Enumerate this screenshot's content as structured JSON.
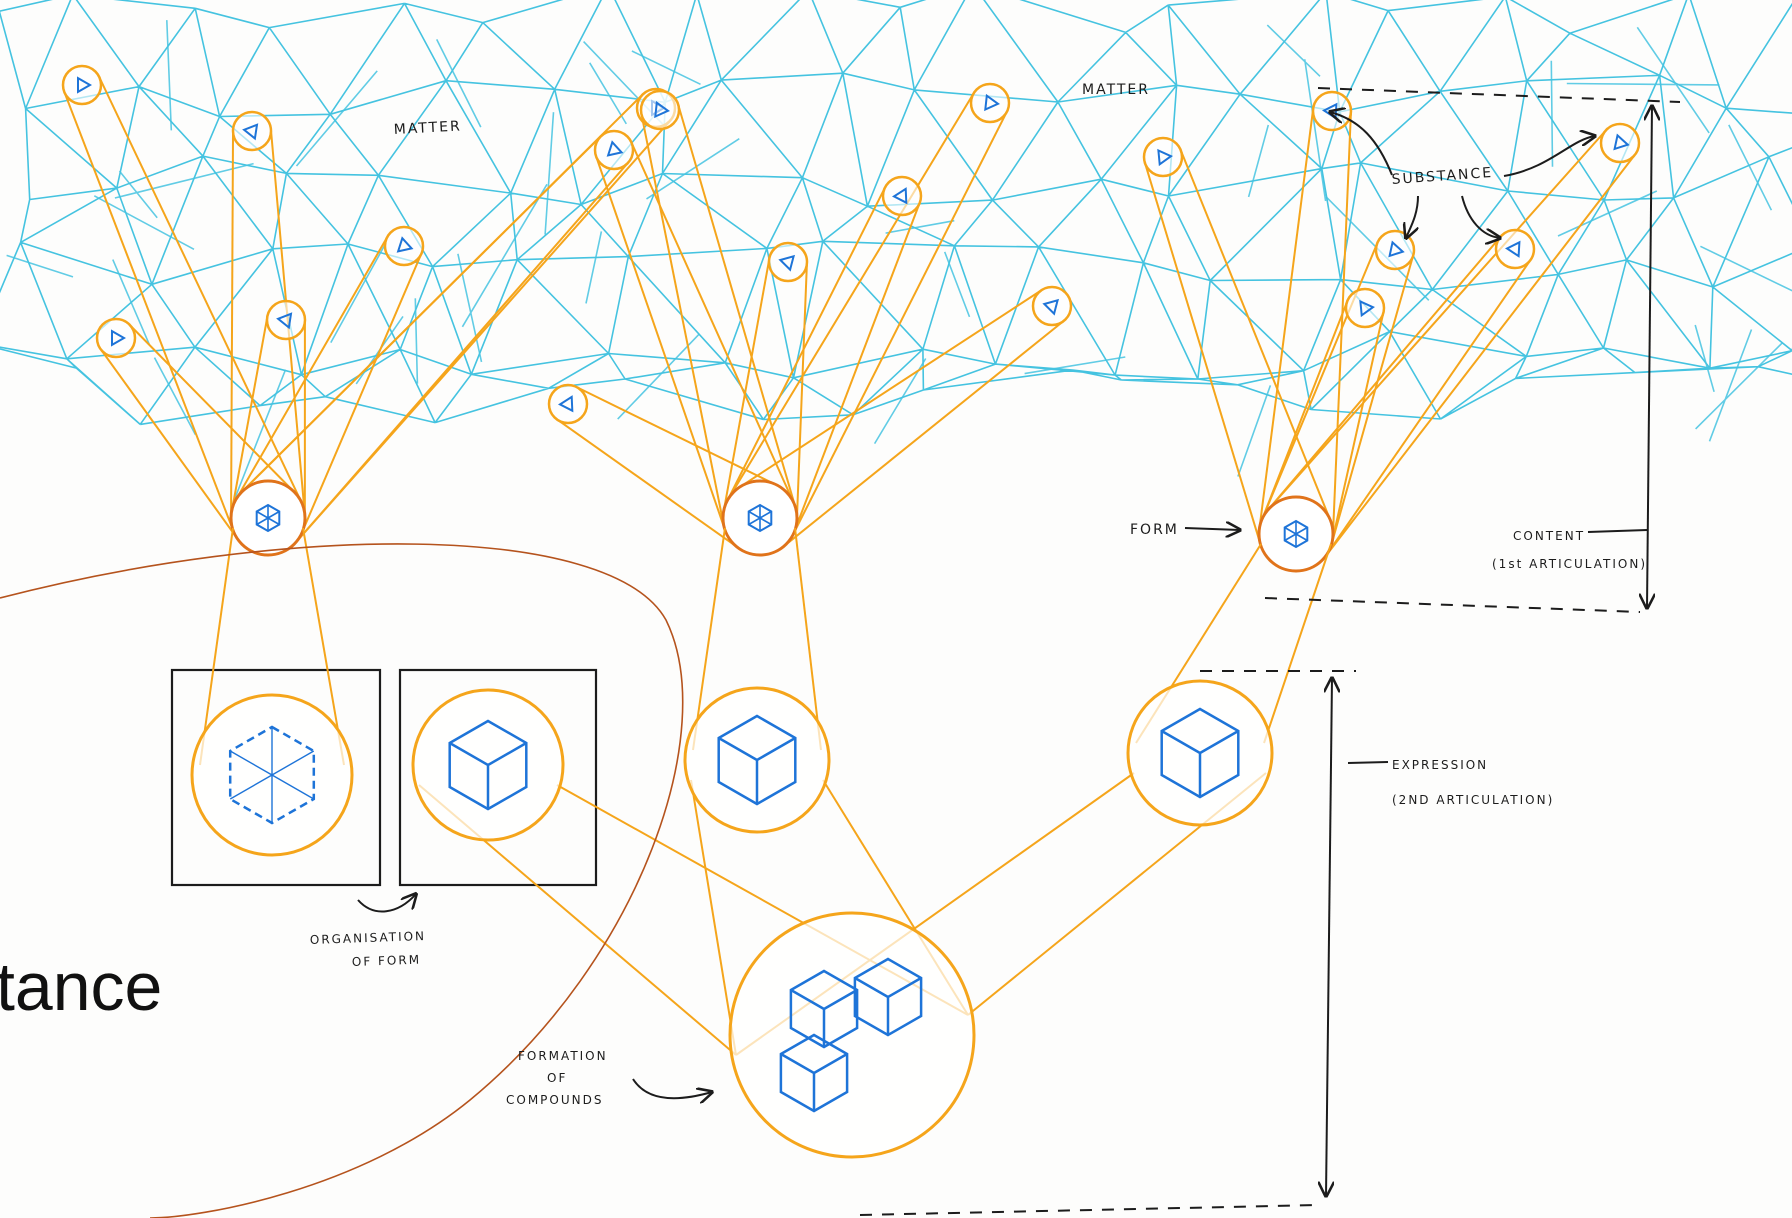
{
  "labels": {
    "matter_left": "MATTER",
    "matter_right": "MATTER",
    "substance": "SUBSTANCE",
    "form": "FORM",
    "content_title": "CONTENT",
    "content_sub": "(1st ARTICULATION)",
    "expression_title": "EXPRESSION",
    "expression_sub": "(2ND ARTICULATION)",
    "organisation_line1": "ORGANISATION",
    "organisation_line2": "OF FORM",
    "formation_line1": "FORMATION",
    "formation_line2": "OF",
    "formation_line3": "COMPOUNDS",
    "overlay_text": "tance"
  },
  "colors": {
    "mesh": "#45c3e0",
    "orange": "#f5a51b",
    "orange_dark": "#e0731a",
    "blue_shape": "#1e74d8",
    "ink": "#1c1c1c",
    "overlay_curve": "#b5531d"
  }
}
